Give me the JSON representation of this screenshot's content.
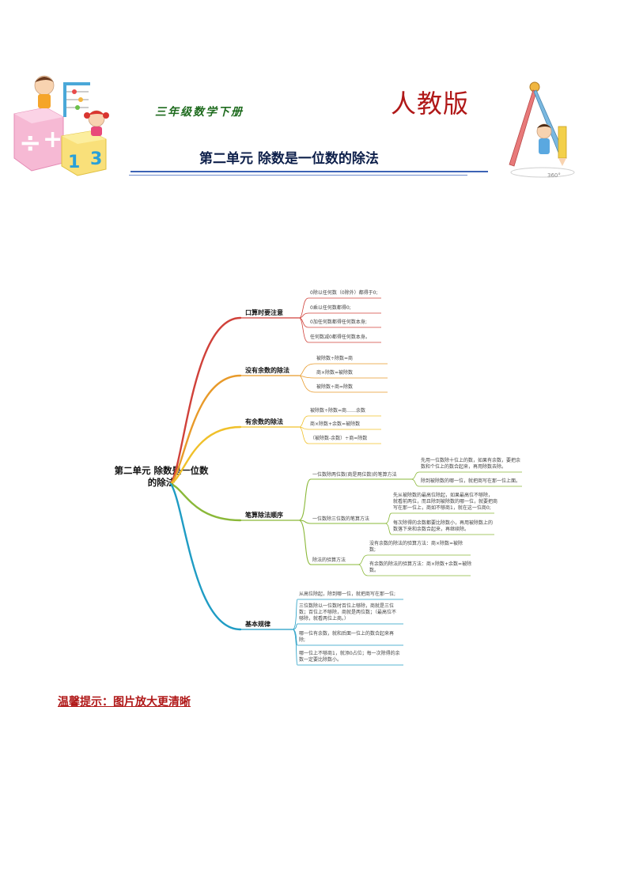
{
  "header": {
    "grade": "三年级数学下册",
    "edition": "人教版",
    "unit_title": "第二单元  除数是一位数的除法"
  },
  "mindmap": {
    "center": [
      "第二单元 除数是一位数",
      "的除法"
    ],
    "branches": [
      {
        "label": "口算时要注意",
        "color": "#d0413a",
        "items": [
          [
            "0除以任何数（0除外）都得于0;"
          ],
          [
            "0乘以任何数都得0;"
          ],
          [
            "0加任何数都得任何数本身;"
          ],
          [
            "任何数减0都得任何数本身。"
          ]
        ]
      },
      {
        "label": "没有余数的除法",
        "color": "#e89a2a",
        "items": [
          [
            "被除数÷除数=商"
          ],
          [
            "商×除数=被除数"
          ],
          [
            "被除数÷商=除数"
          ]
        ]
      },
      {
        "label": "有余数的除法",
        "color": "#f0c02a",
        "items": [
          [
            "被除数÷除数=商……余数"
          ],
          [
            "商×除数+余数=被除数"
          ],
          [
            "（被除数-余数）÷商=除数"
          ]
        ]
      },
      {
        "label": "笔算除法顺序",
        "color": "#8ab838",
        "subs": [
          {
            "label": "一位数除两位数(商是两位数)的笔算方法",
            "items": [
              [
                "先用一位数除十位上的数，如果有余数，要把余",
                "数和个位上的数合起来，再用除数去除。"
              ],
              [
                "除到被除数的哪一位，就把商写在那一位上面。"
              ]
            ]
          },
          {
            "label": "一位数除三位数的笔算方法",
            "items": [
              [
                "先从被除数的最高位除起，如果最高位不够除，",
                "就看前两位，而且除到被除数的哪一位，就要把商",
                "写在那一位上，商如不够商1，就在这一位商0;"
              ],
              [
                "每次除得的余数都要比除数小，再用被除数上的",
                "数落下来和余数合起来，再继续除。"
              ]
            ]
          },
          {
            "label": "除法的验算方法",
            "items": [
              [
                "没有余数的除法的验算方法：商×除数=被除",
                "数;"
              ],
              [
                "有余数的除法的验算方法：商×除数+余数=被除",
                "数。"
              ]
            ]
          }
        ]
      },
      {
        "label": "基本规律",
        "color": "#1f9cc4",
        "items": [
          [
            "从高位除起，除到哪一位，就把商写在那一位;"
          ],
          [
            "三位数除以一位数时百位上够除，商就是三位",
            "数；百位上不够除，商就是两位数；（最高位不",
            "够除，就看两位上商。）"
          ],
          [
            "哪一位有余数，就和后面一位上的数合起来再",
            "除;"
          ],
          [
            "哪一位上不够商1，就添0占位；每一次除得的余",
            "数一定要比除数小。"
          ]
        ]
      }
    ]
  },
  "footer": {
    "tip": "温馨提示：图片放大更清晰"
  },
  "colors": {
    "edition": "#b01818",
    "title": "#0d1f4a",
    "rule": "#3d63b5",
    "tip": "#b01818"
  },
  "icons": [
    "kids-math-blocks-illustration",
    "compass-pencil-child-illustration"
  ]
}
